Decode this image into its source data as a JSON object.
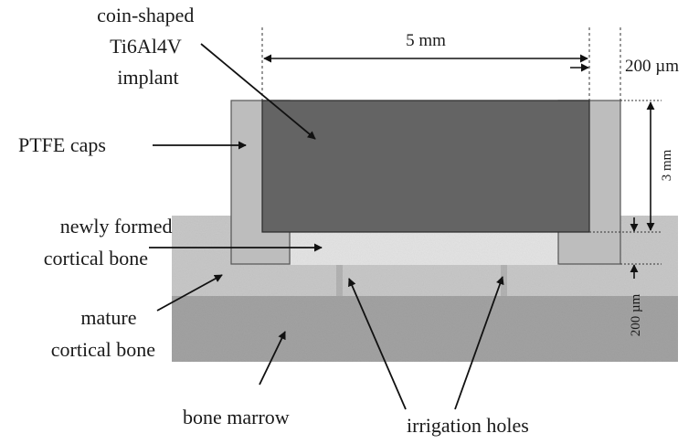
{
  "labels": {
    "implant_line1": "coin-shaped",
    "implant_line2": "Ti6Al4V",
    "implant_line3": "implant",
    "ptfe_caps": "PTFE caps",
    "new_bone_line1": "newly formed",
    "new_bone_line2": "cortical bone",
    "mature_bone_line1": "mature",
    "mature_bone_line2": "cortical bone",
    "bone_marrow": "bone marrow",
    "irrigation_holes": "irrigation holes"
  },
  "dimensions": {
    "width": "5 mm",
    "gap": "200 µm",
    "height": "3 mm",
    "layer": "200 µm"
  },
  "colors": {
    "implant": "#646464",
    "ptfe_cap": "#bdbdbd",
    "new_bone": "#e4e4e4",
    "mature_bone": "#c8c8c8",
    "marrow": "#a3a3a3",
    "line": "#111111"
  }
}
